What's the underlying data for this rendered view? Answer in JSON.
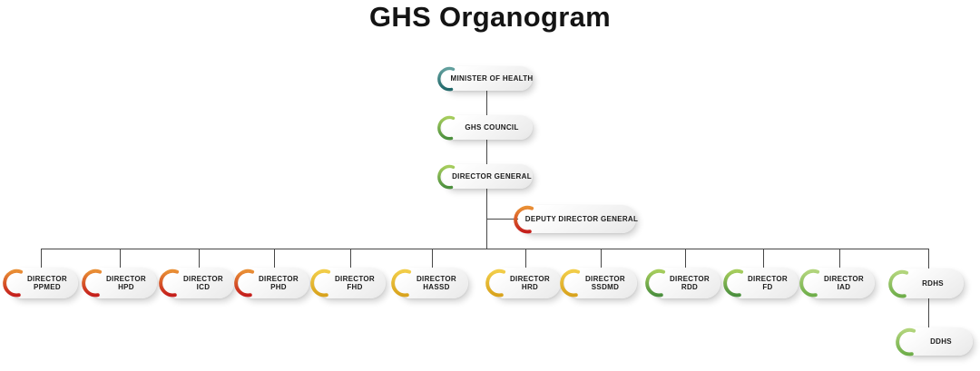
{
  "title": "GHS Organogram",
  "colors": {
    "teal": {
      "from": "#63a09e",
      "to": "#20686a"
    },
    "green": {
      "from": "#a6cd5d",
      "to": "#4b8f3e"
    },
    "lightgreen": {
      "from": "#b2d57c",
      "to": "#6fae4a"
    },
    "red": {
      "from": "#e98f35",
      "to": "#c51f1c"
    },
    "yellow": {
      "from": "#f2cd49",
      "to": "#d8a31d"
    }
  },
  "nodes": {
    "minister": {
      "label": "MINISTER OF HEALTH",
      "color": "teal"
    },
    "council": {
      "label": "GHS COUNCIL",
      "color": "green"
    },
    "director_general": {
      "label": "DIRECTOR GENERAL",
      "color": "green"
    },
    "deputy_director_general": {
      "label": "DEPUTY DIRECTOR GENERAL",
      "color": "red"
    },
    "ppmed": {
      "line1": "DIRECTOR",
      "line2": "PPMED",
      "color": "red"
    },
    "hpd": {
      "line1": "DIRECTOR",
      "line2": "HPD",
      "color": "red"
    },
    "icd": {
      "line1": "DIRECTOR",
      "line2": "ICD",
      "color": "red"
    },
    "phd": {
      "line1": "DIRECTOR",
      "line2": "PHD",
      "color": "red"
    },
    "fhd": {
      "line1": "DIRECTOR",
      "line2": "FHD",
      "color": "yellow"
    },
    "hassd": {
      "line1": "DIRECTOR",
      "line2": "HASSD",
      "color": "yellow"
    },
    "hrd": {
      "line1": "DIRECTOR",
      "line2": "HRD",
      "color": "yellow"
    },
    "ssdmd": {
      "line1": "DIRECTOR",
      "line2": "SSDMD",
      "color": "yellow"
    },
    "rdd": {
      "line1": "DIRECTOR",
      "line2": "RDD",
      "color": "green"
    },
    "fd": {
      "line1": "DIRECTOR",
      "line2": "FD",
      "color": "green"
    },
    "iad": {
      "line1": "DIRECTOR",
      "line2": "IAD",
      "color": "lightgreen"
    },
    "rdhs": {
      "label": "RDHS",
      "color": "lightgreen"
    },
    "ddhs": {
      "label": "DDHS",
      "color": "lightgreen"
    }
  },
  "edges": [
    {
      "from": "MINISTER OF HEALTH",
      "to": "GHS COUNCIL"
    },
    {
      "from": "GHS COUNCIL",
      "to": "DIRECTOR GENERAL"
    },
    {
      "from": "DIRECTOR GENERAL",
      "to": "DEPUTY DIRECTOR GENERAL"
    },
    {
      "from": "DIRECTOR GENERAL",
      "to": "DIRECTOR PPMED"
    },
    {
      "from": "DIRECTOR GENERAL",
      "to": "DIRECTOR HPD"
    },
    {
      "from": "DIRECTOR GENERAL",
      "to": "DIRECTOR ICD"
    },
    {
      "from": "DIRECTOR GENERAL",
      "to": "DIRECTOR PHD"
    },
    {
      "from": "DIRECTOR GENERAL",
      "to": "DIRECTOR FHD"
    },
    {
      "from": "DIRECTOR GENERAL",
      "to": "DIRECTOR HASSD"
    },
    {
      "from": "DIRECTOR GENERAL",
      "to": "DIRECTOR HRD"
    },
    {
      "from": "DIRECTOR GENERAL",
      "to": "DIRECTOR SSDMD"
    },
    {
      "from": "DIRECTOR GENERAL",
      "to": "DIRECTOR RDD"
    },
    {
      "from": "DIRECTOR GENERAL",
      "to": "DIRECTOR FD"
    },
    {
      "from": "DIRECTOR GENERAL",
      "to": "DIRECTOR IAD"
    },
    {
      "from": "DIRECTOR GENERAL",
      "to": "RDHS"
    },
    {
      "from": "RDHS",
      "to": "DDHS"
    }
  ]
}
